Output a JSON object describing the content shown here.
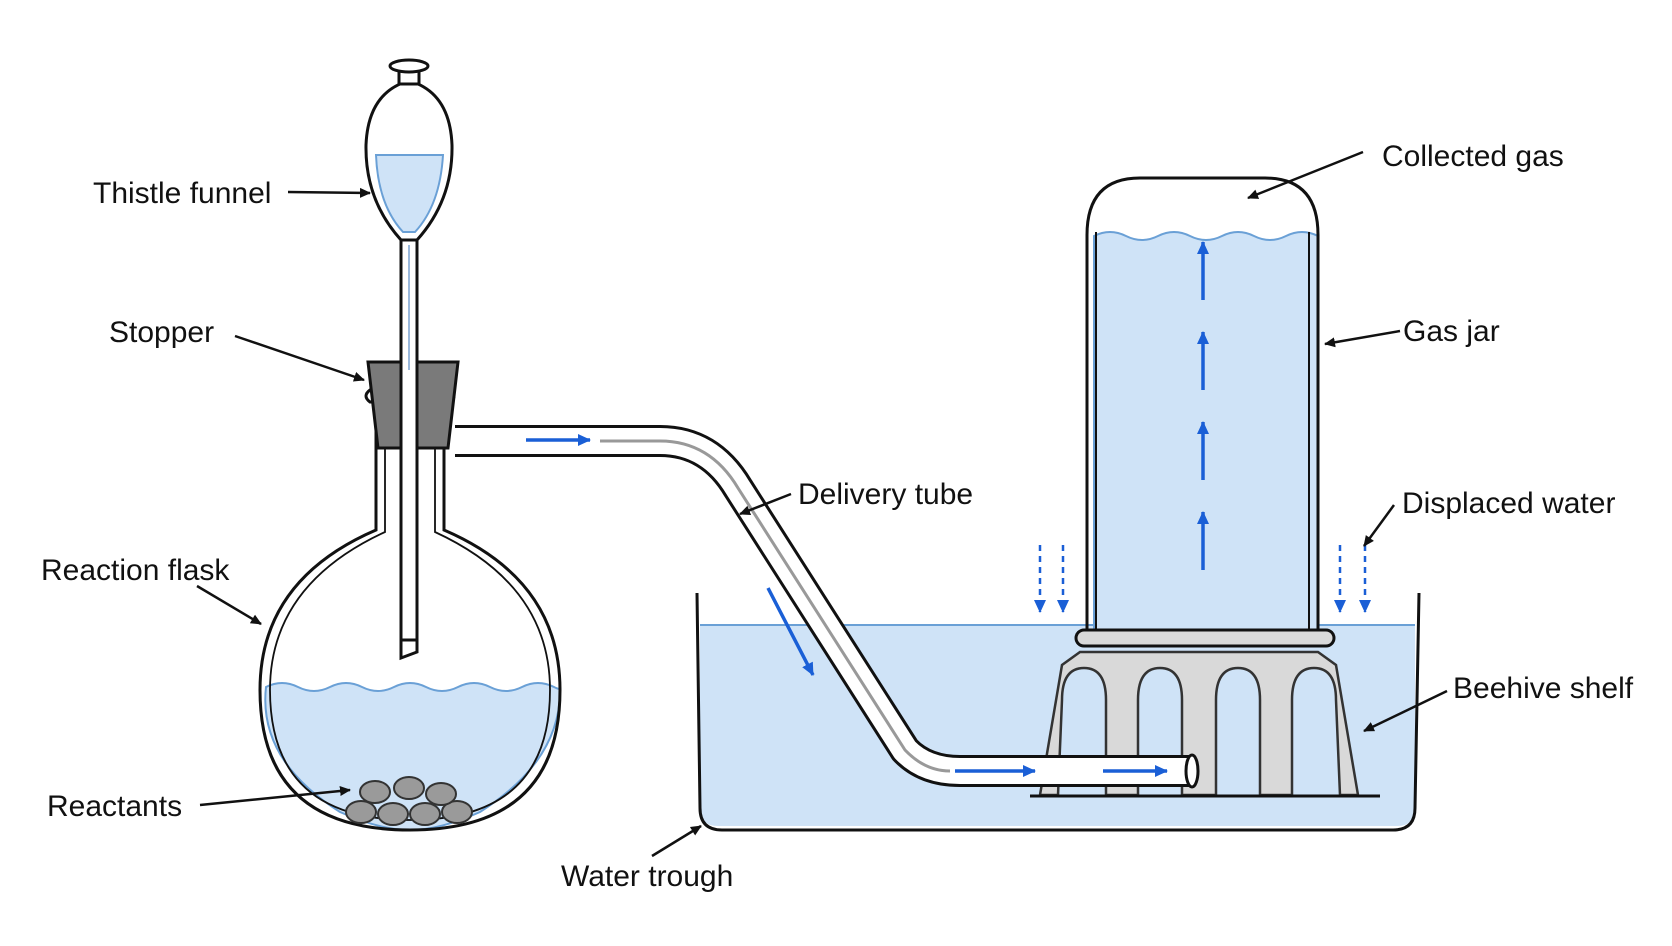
{
  "labels": {
    "thistle_funnel": "Thistle funnel",
    "stopper": "Stopper",
    "reaction_flask": "Reaction flask",
    "reactants": "Reactants",
    "water_trough": "Water trough",
    "delivery_tube": "Delivery tube",
    "collected_gas": "Collected gas",
    "gas_jar": "Gas jar",
    "displaced_water": "Displaced water",
    "beehive_shelf": "Beehive shelf"
  },
  "colors": {
    "water": "#cfe3f7",
    "water_edge": "#6aa0d6",
    "flow_arrow": "#1a5fd6",
    "stopper": "#7a7a7a",
    "shelf": "#d9d9d9",
    "outline": "#111111",
    "reactant": "#9a9a9a"
  }
}
